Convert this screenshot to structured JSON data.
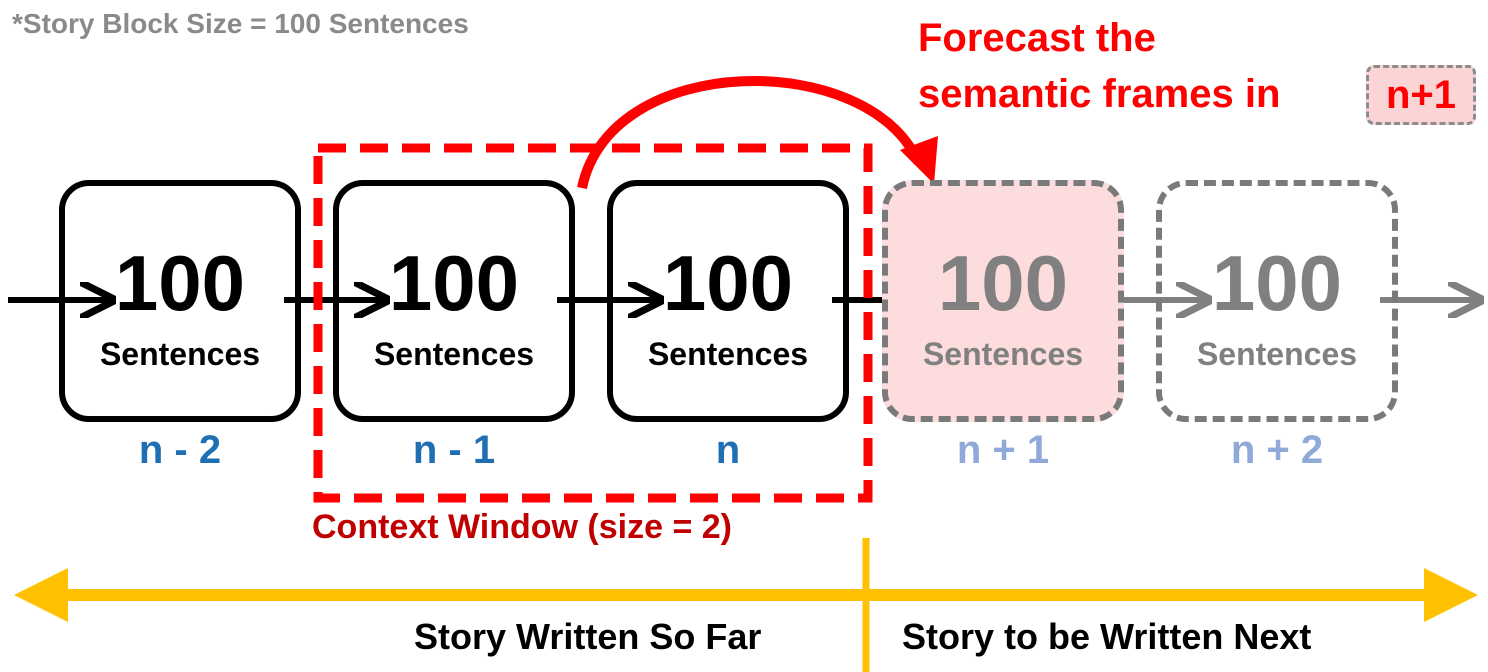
{
  "note": "*Story Block Size = 100 Sentences",
  "forecast": {
    "line1": "Forecast the",
    "line2": "semantic frames in",
    "target": "n+1"
  },
  "blocks": [
    {
      "number": "100",
      "unit": "Sentences",
      "index": "n - 2"
    },
    {
      "number": "100",
      "unit": "Sentences",
      "index": "n - 1"
    },
    {
      "number": "100",
      "unit": "Sentences",
      "index": "n"
    },
    {
      "number": "100",
      "unit": "Sentences",
      "index": "n + 1"
    },
    {
      "number": "100",
      "unit": "Sentences",
      "index": "n + 2"
    }
  ],
  "context_window_label": "Context Window (size = 2)",
  "timeline": {
    "past": "Story Written So Far",
    "future": "Story to be Written Next"
  },
  "colors": {
    "red": "#ff0000",
    "dark_red": "#c00000",
    "blue": "#1f6fb5",
    "light_blue": "#8fa9d8",
    "gold": "#ffc000",
    "gray": "#808080",
    "pink": "#fcdcdc"
  }
}
